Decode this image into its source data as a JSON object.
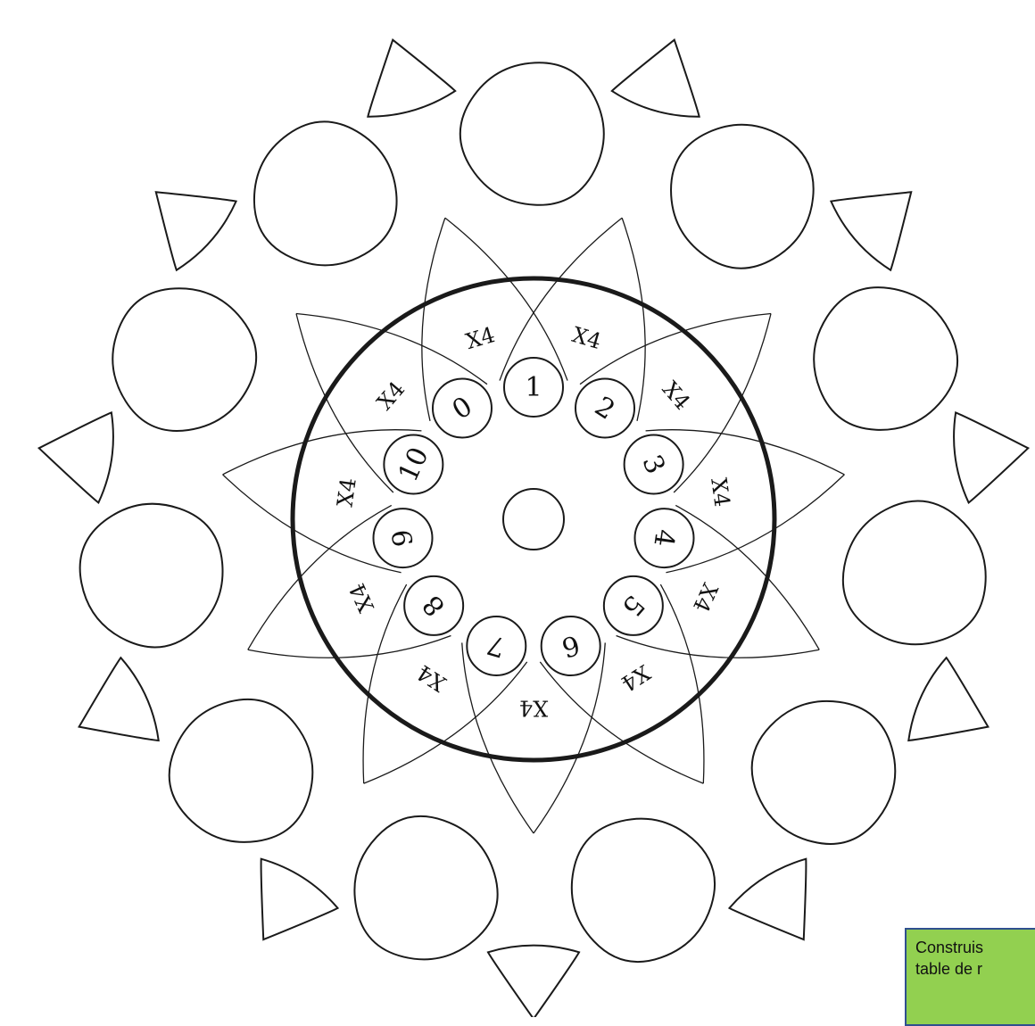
{
  "colors": {
    "line": "#1a1a1a",
    "background": "#ffffff",
    "note_fill": "#92d050",
    "note_border": "#2f4f8f"
  },
  "mandala": {
    "center_numbers": [
      "1",
      "2",
      "3",
      "4",
      "5",
      "6",
      "7",
      "8",
      "9",
      "10",
      "0"
    ],
    "multiplier_label": "X4"
  },
  "note": {
    "line1": "Construis",
    "line2": "table de r"
  }
}
